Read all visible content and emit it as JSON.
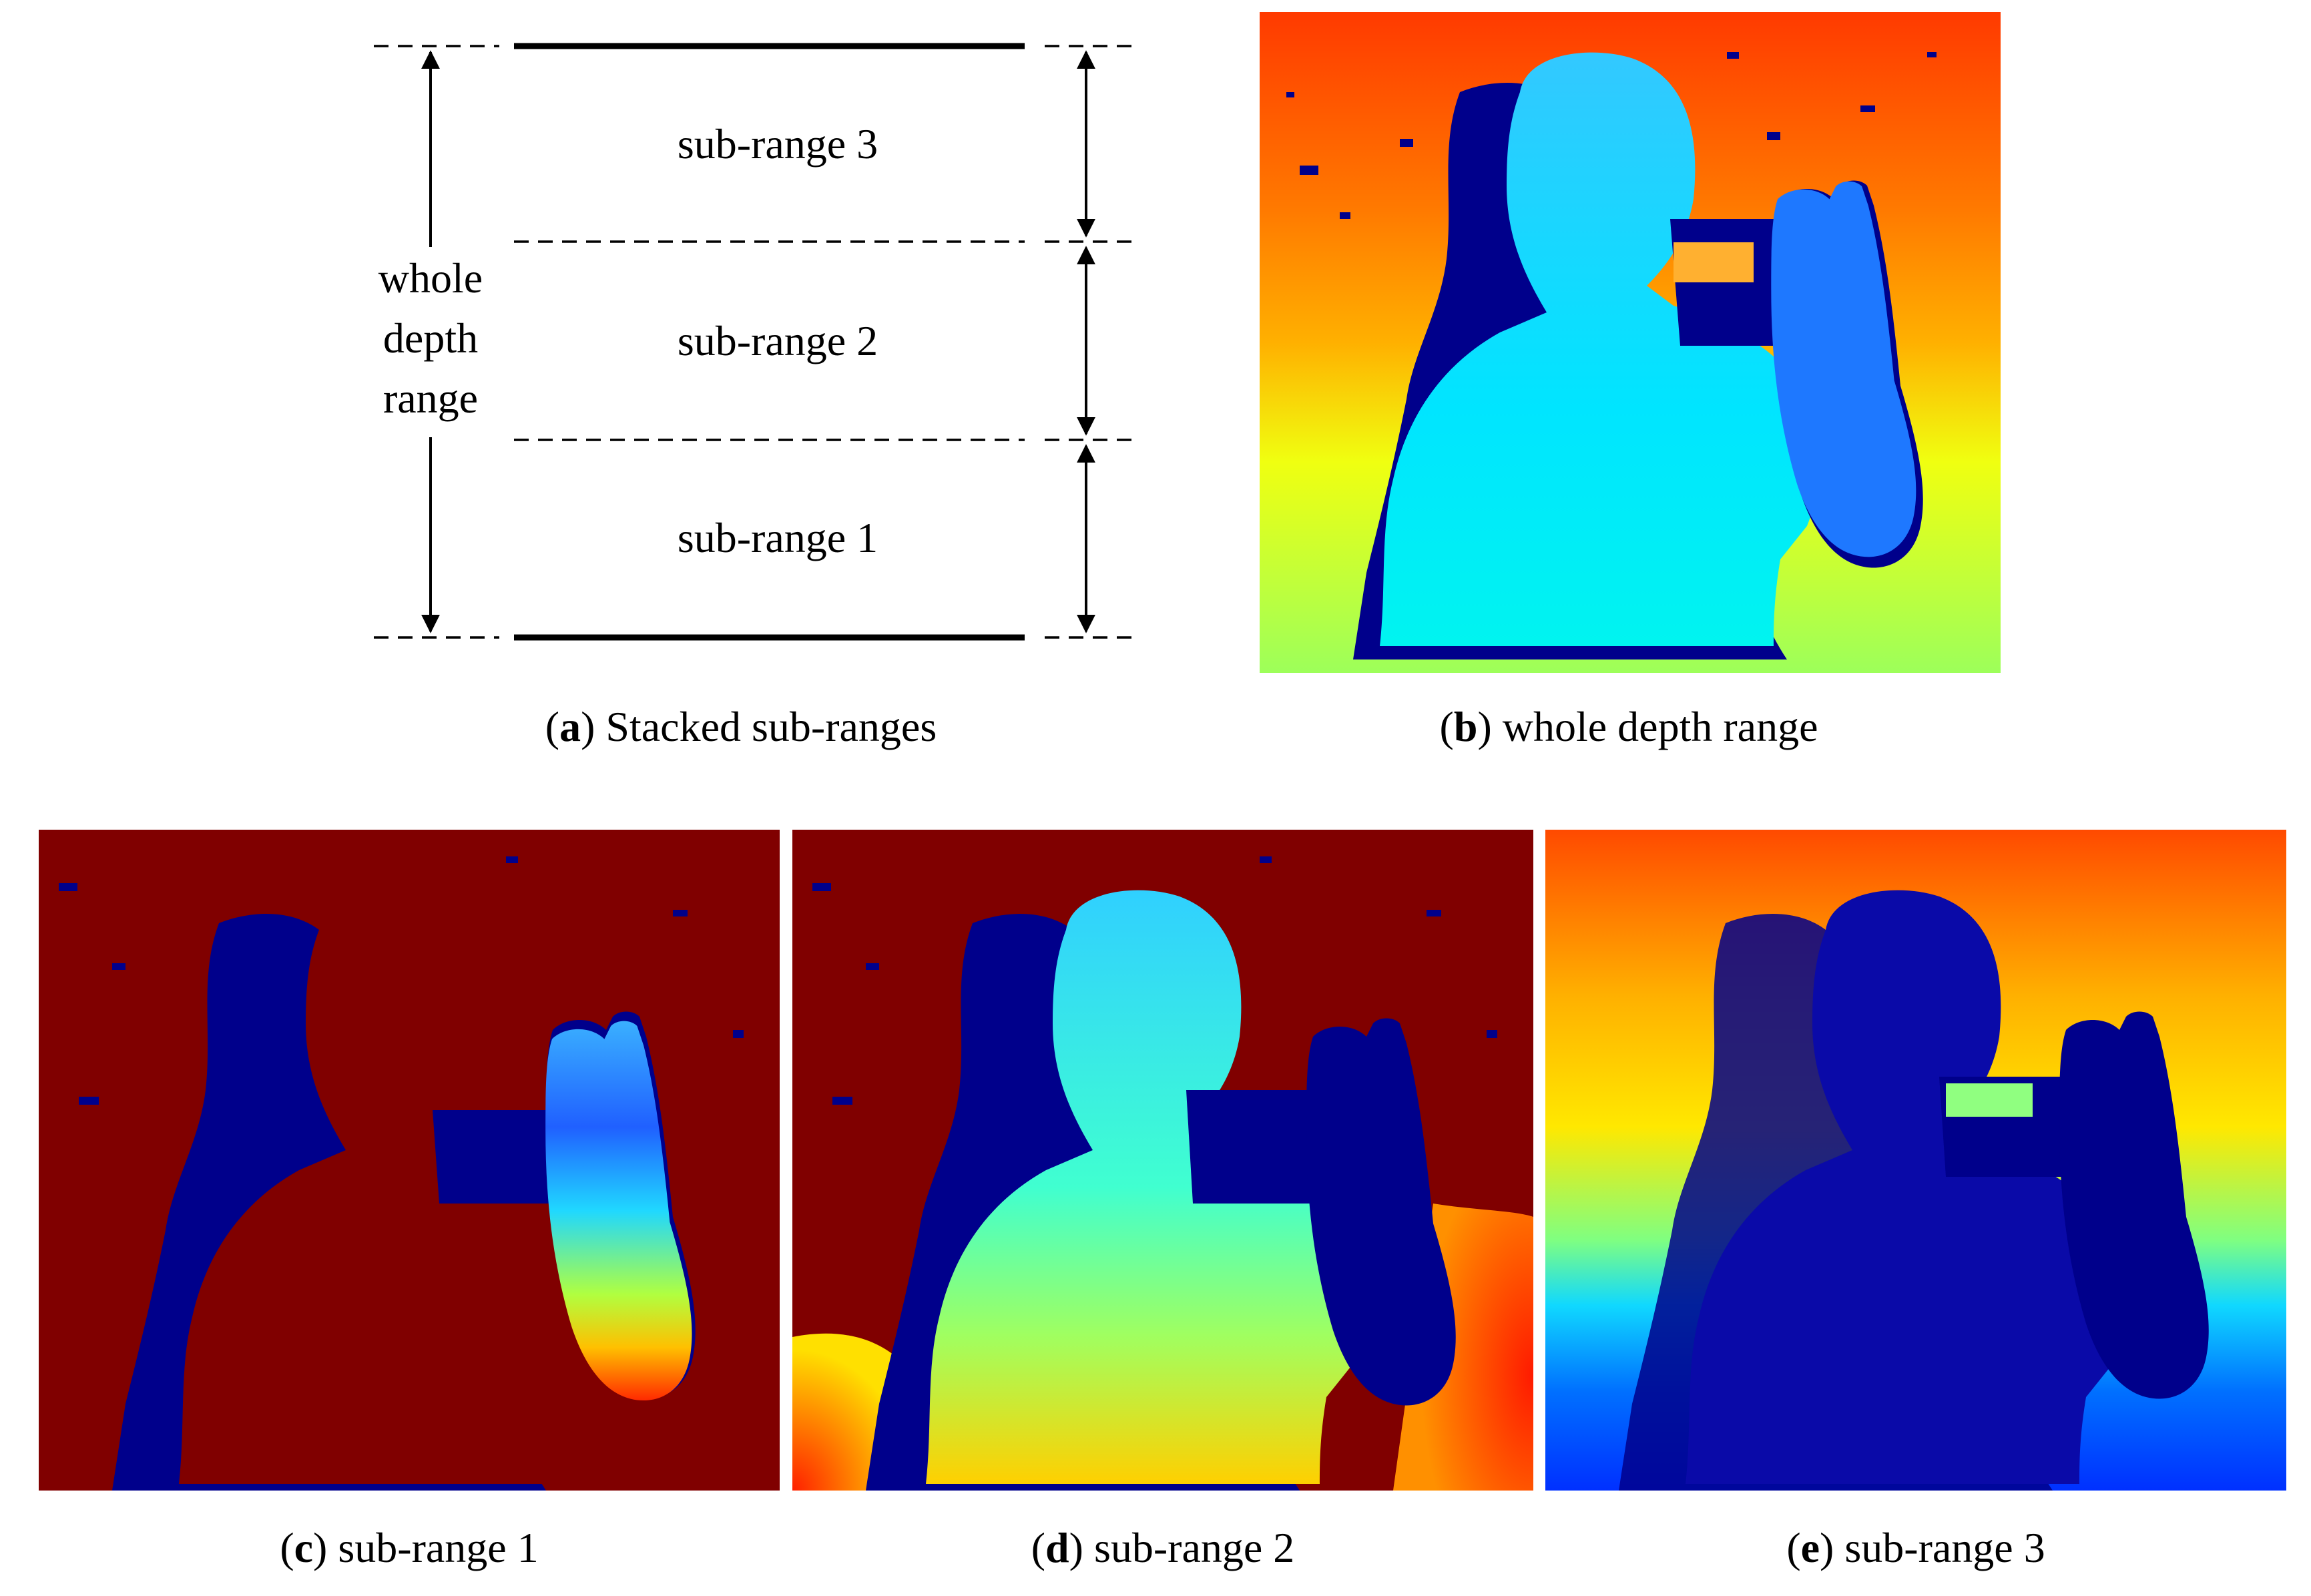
{
  "panel_a": {
    "sub_ranges": [
      "sub-range 3",
      "sub-range 2",
      "sub-range 1"
    ],
    "whole_label": [
      "whole",
      "depth",
      "range"
    ],
    "caption_letter": "a",
    "caption_text": "Stacked sub-ranges"
  },
  "panels": {
    "b": {
      "letter": "b",
      "caption": "whole depth range"
    },
    "c": {
      "letter": "c",
      "caption": "sub-range 1"
    },
    "d": {
      "letter": "d",
      "caption": "sub-range 2"
    },
    "e": {
      "letter": "e",
      "caption": "sub-range 3"
    }
  },
  "colormap": "jet",
  "colors": {
    "dark_blue": "#00008b",
    "dark_red": "#800000",
    "cyan": "#00e5ff",
    "red": "#ff2a00",
    "yellow": "#f4ff00"
  }
}
